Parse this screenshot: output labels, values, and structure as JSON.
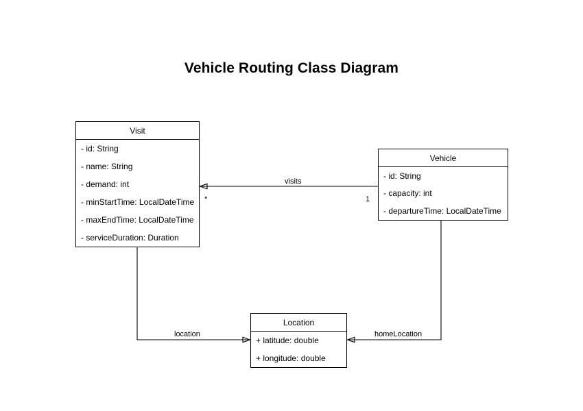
{
  "diagram": {
    "title": "Vehicle Routing Class Diagram",
    "type": "uml-class-diagram",
    "background_color": "#ffffff",
    "stroke_color": "#000000",
    "classes": [
      {
        "id": "visit",
        "name": "Visit",
        "attributes": [
          "- id: String",
          "- name: String",
          "- demand: int",
          "- minStartTime: LocalDateTime",
          "- maxEndTime: LocalDateTime",
          "- serviceDuration: Duration"
        ]
      },
      {
        "id": "vehicle",
        "name": "Vehicle",
        "attributes": [
          "- id: String",
          "- capacity: int",
          "- departureTime: LocalDateTime"
        ]
      },
      {
        "id": "location",
        "name": "Location",
        "attributes": [
          "+ latitude: double",
          "+ longitude: double"
        ]
      }
    ],
    "associations": [
      {
        "id": "visits",
        "label": "visits",
        "from": "Vehicle",
        "to": "Visit",
        "source_multiplicity": "1",
        "target_multiplicity": "*",
        "arrow": "open-arrow-at-target"
      },
      {
        "id": "location",
        "label": "location",
        "from": "Visit",
        "to": "Location",
        "source_multiplicity": "",
        "target_multiplicity": "",
        "arrow": "open-arrow-at-target"
      },
      {
        "id": "homeLocation",
        "label": "homeLocation",
        "from": "Vehicle",
        "to": "Location",
        "source_multiplicity": "",
        "target_multiplicity": "",
        "arrow": "open-arrow-at-target"
      }
    ]
  }
}
